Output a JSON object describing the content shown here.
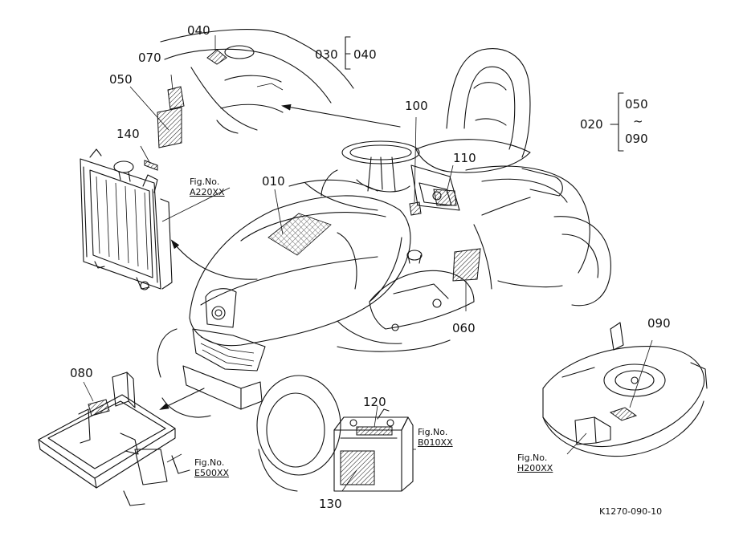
{
  "part_numbers": {
    "p010": "010",
    "p020": "020",
    "p030": "030",
    "p040": "040",
    "p050": "050",
    "p060": "060",
    "p070": "070",
    "p080": "080",
    "p090": "090",
    "p100": "100",
    "p110": "110",
    "p120": "120",
    "p130": "130",
    "p140": "140"
  },
  "range_groups": {
    "r030": {
      "from": "030",
      "to": "040"
    },
    "r020": {
      "from": "020",
      "to_top": "050",
      "tilde": "~",
      "to_bottom": "090"
    }
  },
  "fig_refs": {
    "a220": {
      "label": "Fig.No.",
      "code": "A220XX"
    },
    "b010": {
      "label": "Fig.No.",
      "code": "B010XX"
    },
    "e500": {
      "label": "Fig.No.",
      "code": "E500XX"
    },
    "h200": {
      "label": "Fig.No.",
      "code": "H200XX"
    }
  },
  "drawing_code": "K1270-090-10"
}
